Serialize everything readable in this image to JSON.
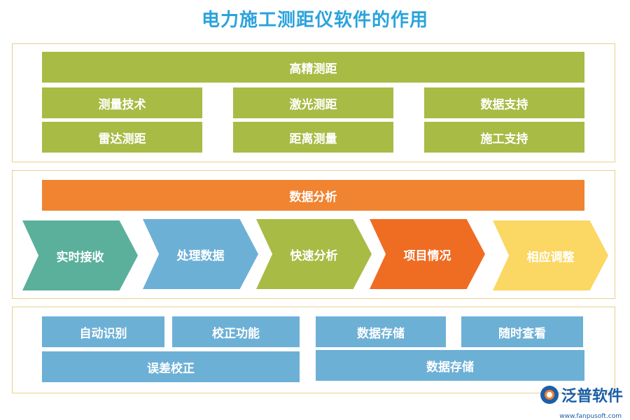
{
  "title": "电力施工测距仪软件的作用",
  "section1": {
    "header": "高精测距",
    "col1": [
      "测量技术",
      "雷达测距"
    ],
    "col2": [
      "激光测距",
      "距离测量"
    ],
    "col3": [
      "数据支持",
      "施工支持"
    ]
  },
  "section2": {
    "header": "数据分析",
    "steps": [
      {
        "label": "实时接收",
        "color": "#5ab09b"
      },
      {
        "label": "处理数据",
        "color": "#6db0d6"
      },
      {
        "label": "快速分析",
        "color": "#a8bb45"
      },
      {
        "label": "项目情况",
        "color": "#ef6c23"
      },
      {
        "label": "相应调整",
        "color": "#fbd763"
      }
    ]
  },
  "section3": {
    "left_top": [
      "自动识别",
      "校正功能"
    ],
    "left_bottom": "误差校正",
    "right_top": [
      "数据存储",
      "随时查看"
    ],
    "right_bottom": "数据存储"
  },
  "logo": {
    "name": "泛普软件",
    "url": "www.fanpusoft.com"
  },
  "colors": {
    "title": "#2aa3dc",
    "green": "#a8bb45",
    "orange": "#f08431",
    "blue": "#6db0d6",
    "panel_border": "#e8d08a"
  }
}
